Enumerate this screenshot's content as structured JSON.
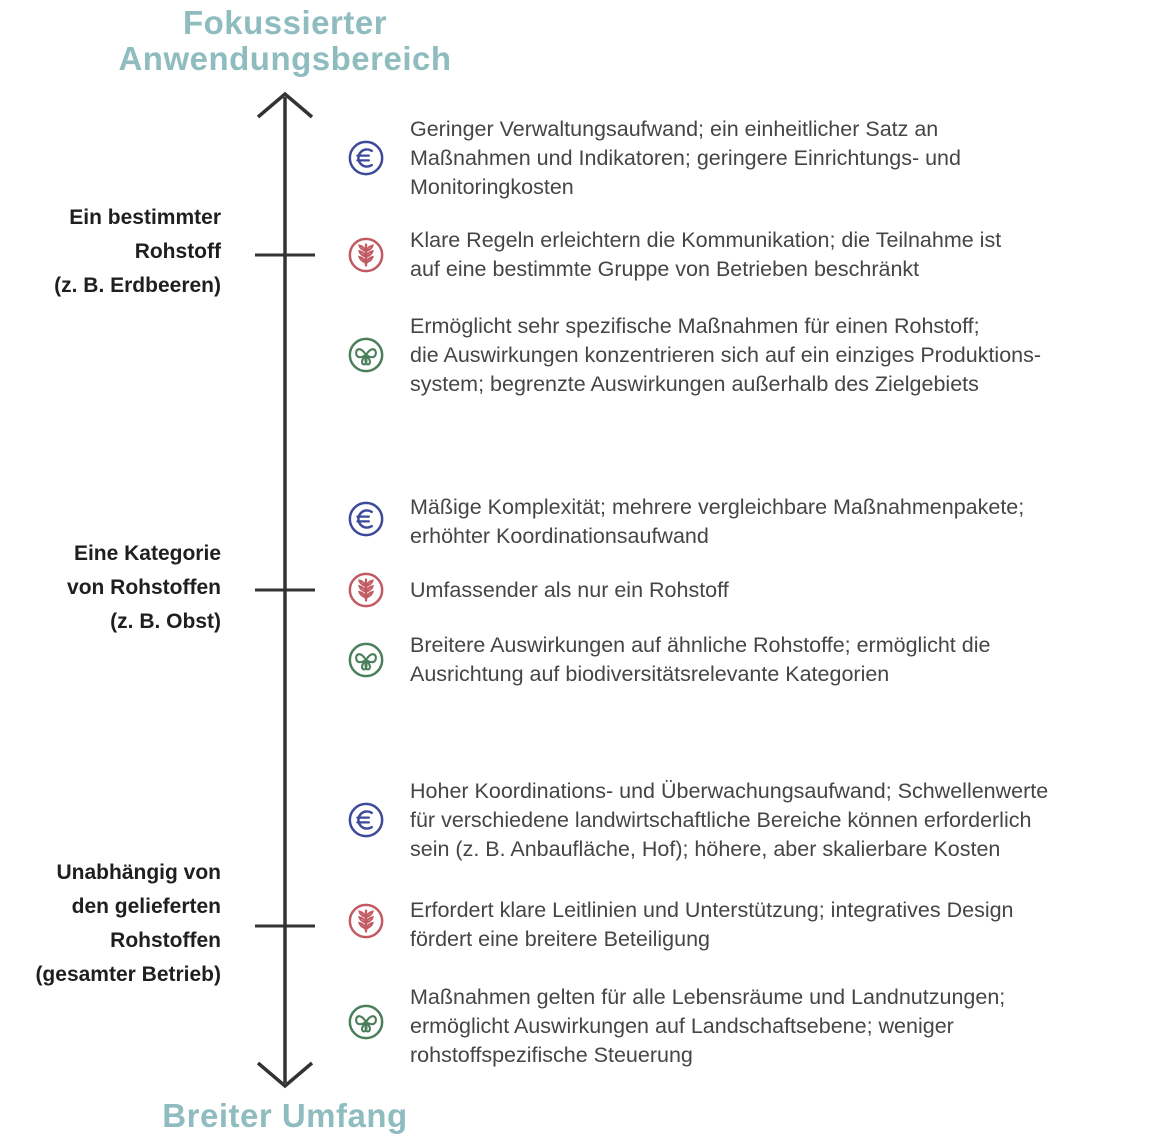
{
  "titles": {
    "top_line1": "Fokussierter",
    "top_line2": "Anwendungsbereich",
    "bottom": "Breiter Umfang"
  },
  "colors": {
    "title": "#8fbcbe",
    "euro_icon": "#3d4a9a",
    "grain_icon": "#c25a62",
    "leaf_icon": "#4b7e5a",
    "axis": "#333333"
  },
  "levels": [
    {
      "label_lines": [
        "Ein bestimmter",
        "Rohstoff",
        "(z. B. Erdbeeren)"
      ],
      "items": [
        {
          "icon": "euro-icon",
          "lines": [
            "Geringer Verwaltungsaufwand; ein einheitlicher Satz an",
            "Maßnahmen und Indikatoren; geringere Einrichtungs- und",
            "Monitoringkosten"
          ]
        },
        {
          "icon": "grain-icon",
          "lines": [
            "Klare Regeln erleichtern die Kommunikation; die Teilnahme ist",
            "auf eine bestimmte Gruppe von Betrieben beschränkt"
          ]
        },
        {
          "icon": "leaf-icon",
          "lines": [
            "Ermöglicht sehr spezifische Maßnahmen für einen Rohstoff;",
            "die Auswirkungen konzentrieren sich auf ein einziges Produktions-",
            "system; begrenzte Auswirkungen außerhalb des Zielgebiets"
          ]
        }
      ]
    },
    {
      "label_lines": [
        "Eine Kategorie",
        "von Rohstoffen",
        "(z. B. Obst)"
      ],
      "items": [
        {
          "icon": "euro-icon",
          "lines": [
            "Mäßige Komplexität; mehrere vergleichbare Maßnahmenpakete;",
            "erhöhter Koordinationsaufwand"
          ]
        },
        {
          "icon": "grain-icon",
          "lines": [
            "Umfassender als nur ein Rohstoff"
          ]
        },
        {
          "icon": "leaf-icon",
          "lines": [
            "Breitere Auswirkungen auf ähnliche Rohstoffe; ermöglicht die",
            "Ausrichtung auf biodiversitätsrelevante Kategorien"
          ]
        }
      ]
    },
    {
      "label_lines": [
        "Unabhängig von",
        "den gelieferten",
        "Rohstoffen",
        "(gesamter Betrieb)"
      ],
      "items": [
        {
          "icon": "euro-icon",
          "lines": [
            "Hoher Koordinations- und Überwachungsaufwand; Schwellenwerte",
            "für verschiedene landwirtschaftliche Bereiche können erforderlich",
            "sein (z. B. Anbaufläche, Hof); höhere, aber skalierbare Kosten"
          ]
        },
        {
          "icon": "grain-icon",
          "lines": [
            "Erfordert klare Leitlinien und Unterstützung; integratives Design",
            "fördert eine breitere Beteiligung"
          ]
        },
        {
          "icon": "leaf-icon",
          "lines": [
            "Maßnahmen gelten für alle Lebensräume und Landnutzungen;",
            "ermöglicht Auswirkungen auf Landschaftsebene; weniger",
            "rohstoffspezifische Steuerung"
          ]
        }
      ]
    }
  ]
}
